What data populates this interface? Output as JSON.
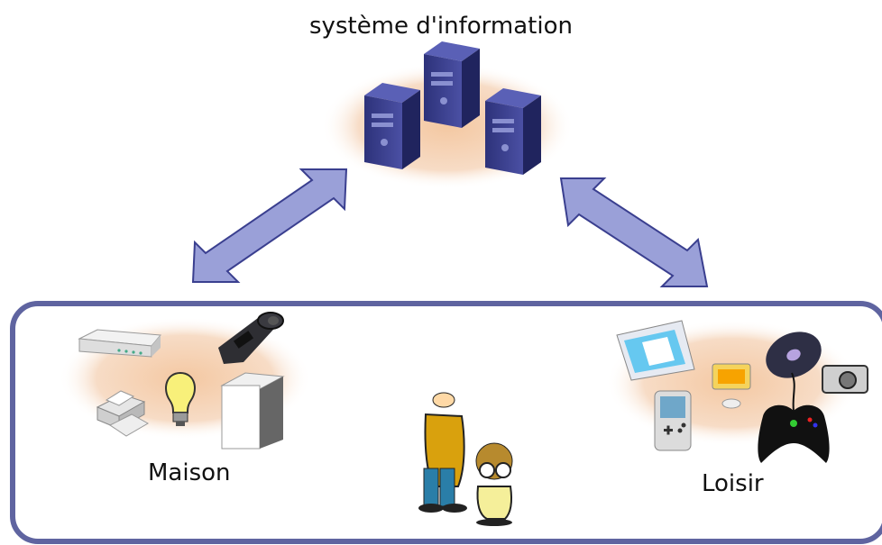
{
  "labels": {
    "top": "système d'information",
    "left": "Maison",
    "right": "Loisir"
  },
  "colors": {
    "halo": "#f3c7a3",
    "frame": "#5f64a0",
    "arrow_fill": "#9aa0d8",
    "arrow_stroke": "#3a3f8f",
    "server": "#3a3f8f"
  },
  "icons": {
    "top": [
      "server-icon",
      "server-icon",
      "server-icon"
    ],
    "home": [
      "router-icon",
      "camcorder-icon",
      "printer-icon",
      "light-bulb-icon",
      "storage-box-icon"
    ],
    "leisure": [
      "monitor-icon",
      "vinyl-record-icon",
      "camera-icon",
      "imac-icon",
      "game-boy-icon",
      "gamepad-icon"
    ],
    "center": [
      "two-characters-icon"
    ]
  }
}
